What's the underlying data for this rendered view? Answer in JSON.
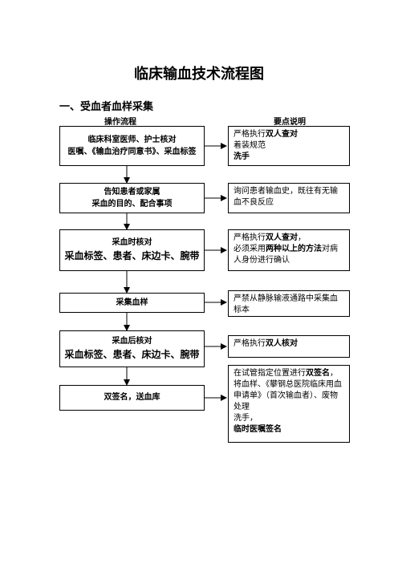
{
  "title": "临床输血技术流程图",
  "section": "一、受血者血样采集",
  "col_left": "操作流程",
  "col_right": "要点说明",
  "steps": [
    {
      "line1": "临床科室医师、护士核对",
      "line2": "医嘱、《输血治疗同意书》、采血标签"
    },
    {
      "line1": "告知患者或家属",
      "line2": "采血的目的、配合事项"
    },
    {
      "line1": "采血时核对",
      "line2": "采血标签、患者、床边卡、腕带"
    },
    {
      "line1": "采集血样"
    },
    {
      "line1": "采血后核对",
      "line2": "采血标签、患者、床边卡、腕带"
    },
    {
      "line1": "双签名，送血库"
    }
  ],
  "notes": [
    {
      "a": "严格执行",
      "b": "双人查对",
      "c": "着装规范",
      "d": "洗手"
    },
    {
      "a": "询问患者输血史，既往有无输血不良反应"
    },
    {
      "a": "严格执行",
      "b": "双人查对",
      "c": "，",
      "d": "必须采用",
      "e": "两种以上的方法",
      "f": "对病人身份进行确认"
    },
    {
      "a": "严禁从静脉输液通路中采集血标本"
    },
    {
      "a": "严格执行",
      "b": "双人核对"
    },
    {
      "a": "在试管指定位置进行",
      "b": "双签名",
      "c": "，",
      "d": "将血样、《攀钢总医院临床用血申请单》（首次输血者）、废物处理",
      "e": "洗手，",
      "f": "临时医嘱签名"
    }
  ]
}
